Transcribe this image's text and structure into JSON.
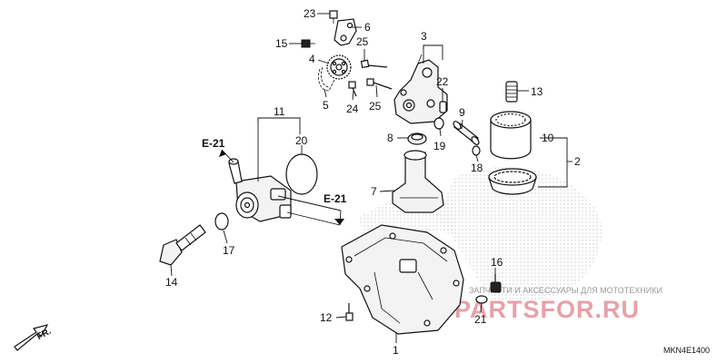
{
  "diagram": {
    "ref_code": "MKN4E1400",
    "watermark_text": "ЗАПЧАСТИ И АКСЕССУАРЫ ДЛЯ МОТОТЕХНИКИ",
    "watermark_brand": "PARTSFOR.RU",
    "front_label": "FR.",
    "ref_e21_top": "E-21",
    "ref_e21_mid": "E-21",
    "callouts": {
      "n1": "1",
      "n2": "2",
      "n3": "3",
      "n4": "4",
      "n5": "5",
      "n6": "6",
      "n7": "7",
      "n8": "8",
      "n9": "9",
      "n10": "10",
      "n11": "11",
      "n12": "12",
      "n13": "13",
      "n14": "14",
      "n15": "15",
      "n16": "16",
      "n17": "17",
      "n18": "18",
      "n19": "19",
      "n20": "20",
      "n21": "21",
      "n22": "22",
      "n23": "23",
      "n24": "24",
      "n25a": "25",
      "n25b": "25"
    },
    "colors": {
      "line": "#111111",
      "watermark_brand": "#e8a0a8",
      "watermark_text": "#9a9a9a"
    }
  }
}
